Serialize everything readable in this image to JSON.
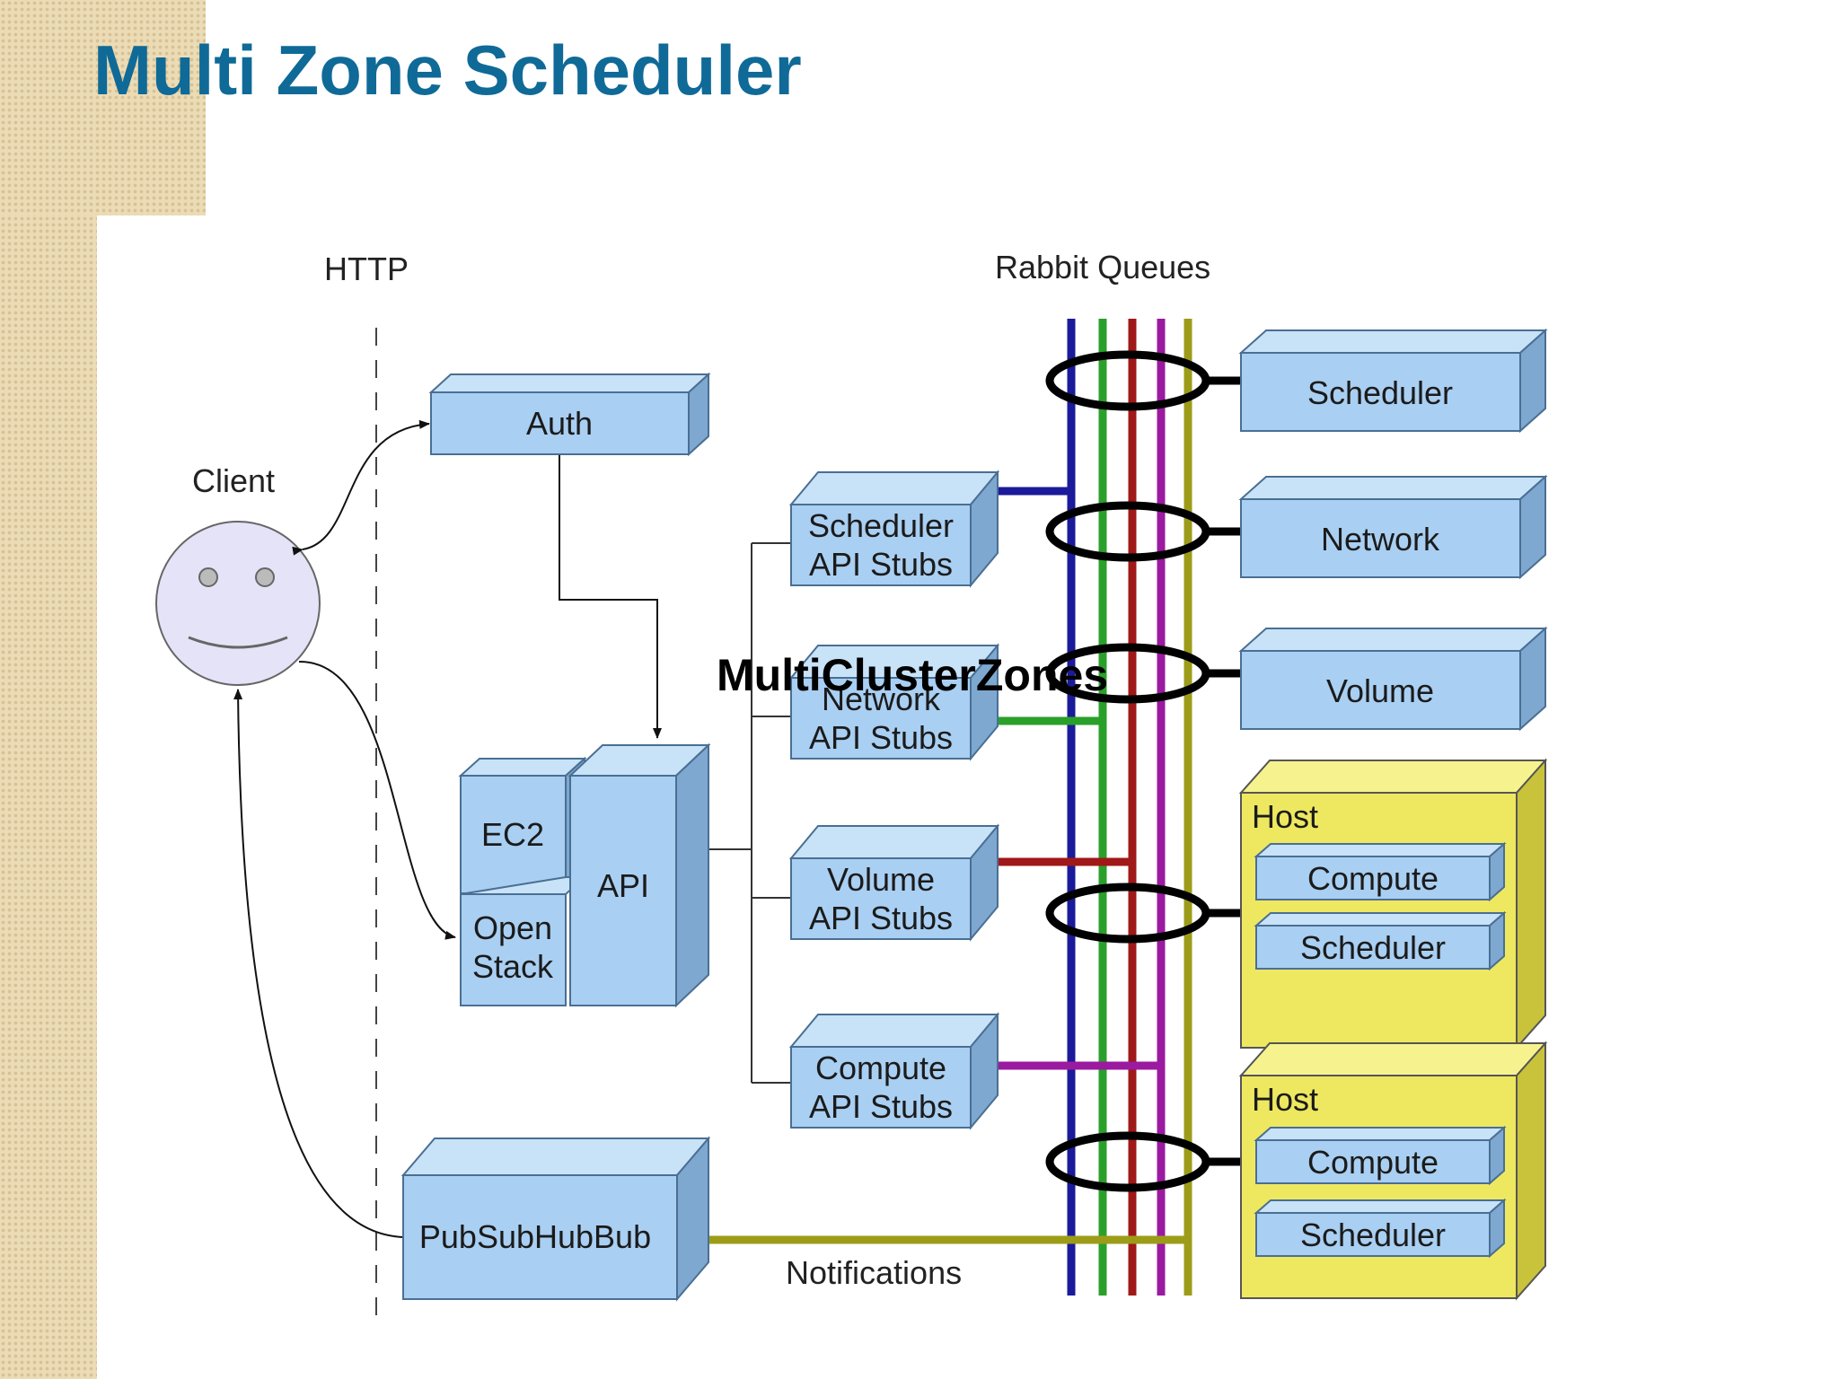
{
  "page": {
    "title": "Multi Zone Scheduler"
  },
  "colors": {
    "title": "#0f6a97",
    "component_fill": "#a9cff2",
    "host_fill": "#eee860",
    "queue_navy": "#1a1a9a",
    "queue_green": "#2aa02a",
    "queue_red": "#a01818",
    "queue_purple": "#9a1aa0",
    "queue_olive": "#9c9c18"
  },
  "diagram": {
    "labels": {
      "http": "HTTP",
      "rabbit_queues": "Rabbit Queues",
      "client": "Client",
      "notifications": "Notifications",
      "overlay": "MultiClusterZones"
    },
    "components": {
      "auth": "Auth",
      "ec2": "EC2",
      "openstack_line1": "Open",
      "openstack_line2": "Stack",
      "api": "API",
      "pubsub": "PubSubHubBub"
    },
    "stubs": [
      {
        "line1": "Scheduler",
        "line2": "API Stubs"
      },
      {
        "line1": "Network",
        "line2": "API Stubs"
      },
      {
        "line1": "Volume",
        "line2": "API Stubs"
      },
      {
        "line1": "Compute",
        "line2": "API Stubs"
      }
    ],
    "services": [
      "Scheduler",
      "Network",
      "Volume"
    ],
    "hosts": [
      {
        "title": "Host",
        "items": [
          "Compute",
          "Scheduler"
        ]
      },
      {
        "title": "Host",
        "items": [
          "Compute",
          "Scheduler"
        ]
      }
    ]
  }
}
